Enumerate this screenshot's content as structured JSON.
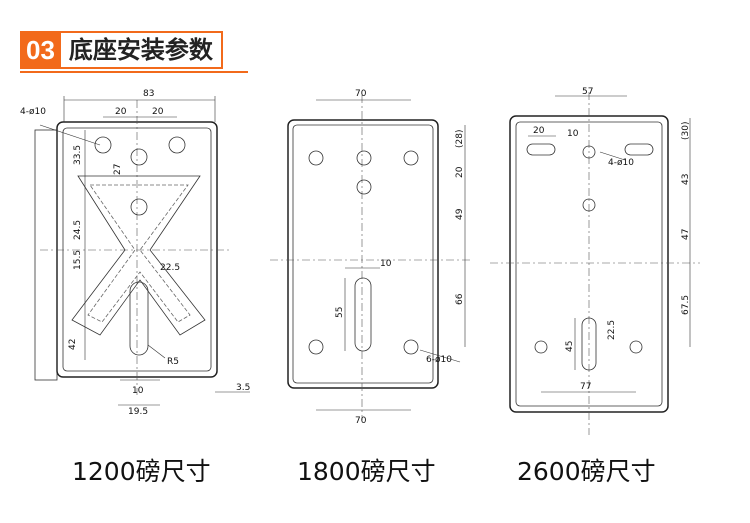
{
  "header": {
    "number": "03",
    "title": "底座安装参数"
  },
  "colors": {
    "accent": "#f26a1b",
    "line": "#222222"
  },
  "drawings": [
    {
      "caption": "1200磅尺寸",
      "dims": {
        "top_width": "83",
        "hole_spacing_a": "20",
        "hole_spacing_b": "20",
        "hole_label": "4-ø10",
        "v1": "33.5",
        "v2": "27",
        "v3": "24.5",
        "v4": "15.5",
        "angle": "22.5",
        "v5": "42",
        "radius": "R5",
        "slot_w": "10",
        "slot_offset": "19.5",
        "edge": "3.5"
      }
    },
    {
      "caption": "1800磅尺寸",
      "dims": {
        "top_width": "70",
        "bottom_width": "70",
        "r1": "(28)",
        "r2": "20",
        "r3": "49",
        "r4": "66",
        "slot_w": "10",
        "slot_len": "55",
        "hole_label": "6-ø10"
      }
    },
    {
      "caption": "2600磅尺寸",
      "dims": {
        "top_width": "57",
        "slot_spacing": "20",
        "slot_w": "10",
        "hole_label": "4-ø10",
        "r1": "(30)",
        "r2": "43",
        "r3": "47",
        "r4": "67.5",
        "slot_len": "45",
        "slot_offset": "22.5",
        "bottom_span": "77"
      }
    }
  ]
}
